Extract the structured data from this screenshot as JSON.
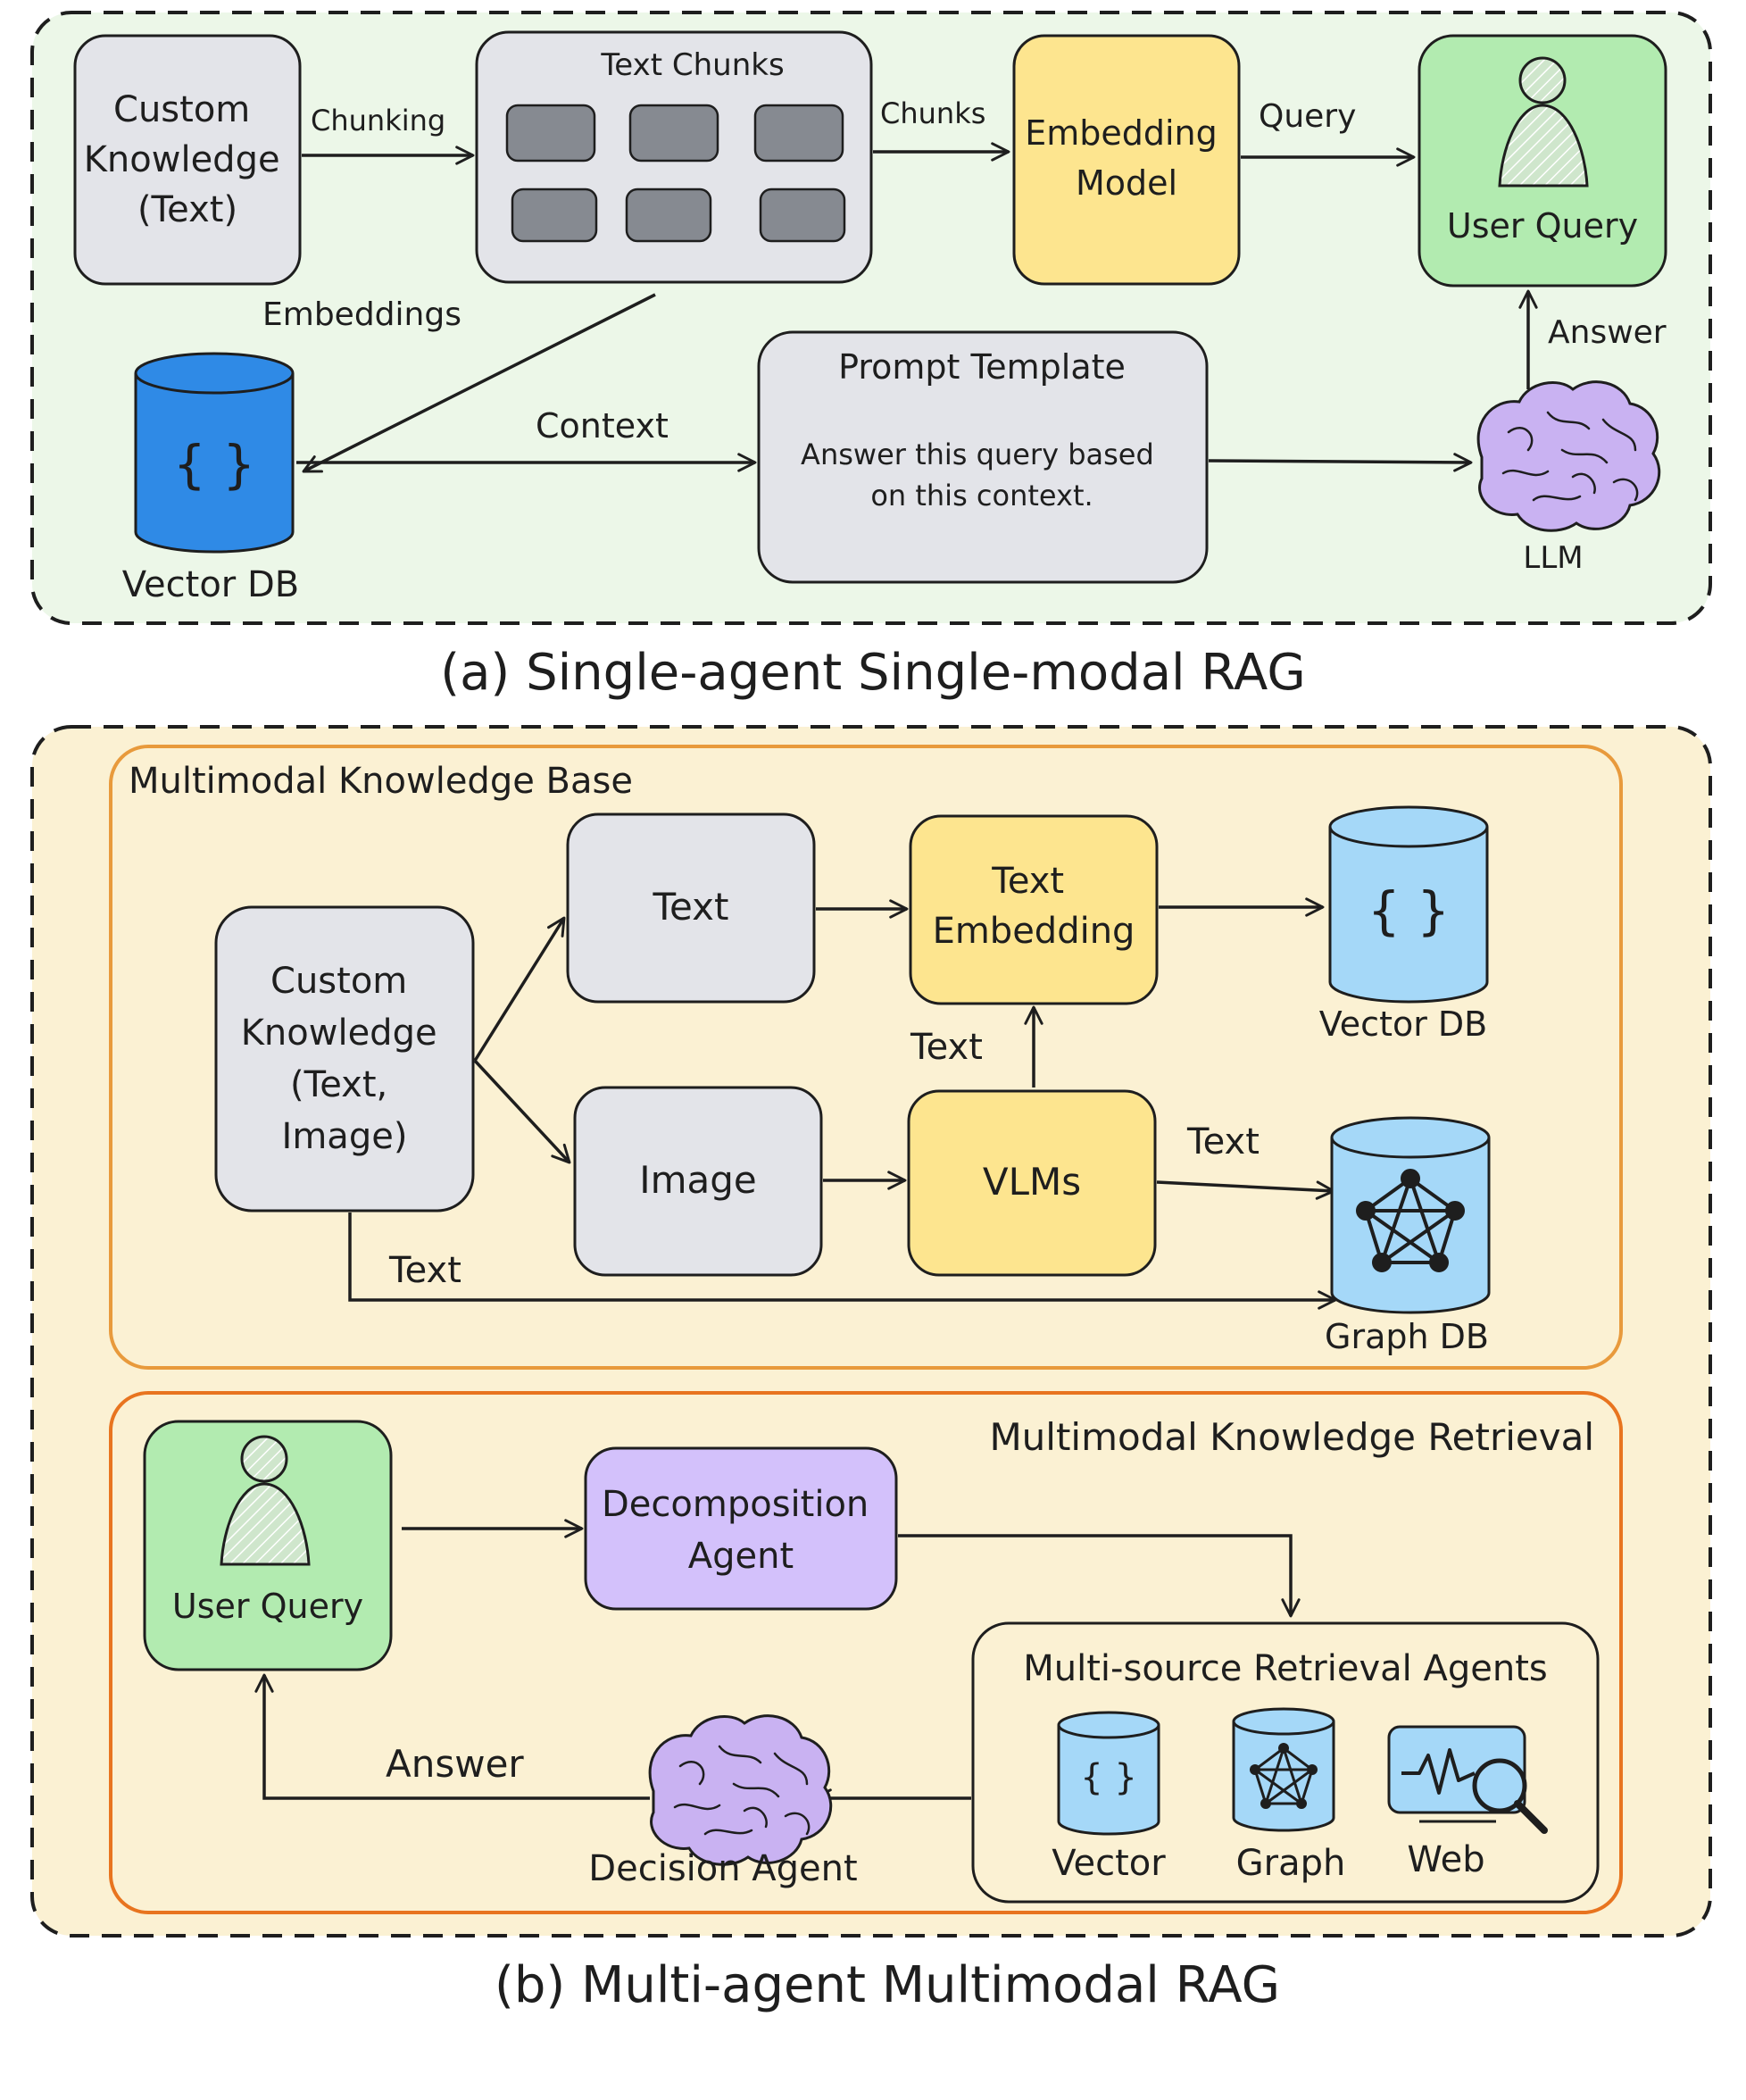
{
  "panel_a": {
    "caption": "(a) Single-agent Single-modal RAG",
    "custom_knowledge": [
      "Custom",
      "Knowledge",
      "(Text)"
    ],
    "chunking_label": "Chunking",
    "text_chunks_title": "Text Chunks",
    "chunks_label": "Chunks",
    "embedding_model": [
      "Embedding",
      "Model"
    ],
    "query_label": "Query",
    "user_query": "User Query",
    "embeddings_label": "Embeddings",
    "answer_label": "Answer",
    "vector_db_label": "Vector DB",
    "vector_db_glyph": "{ }",
    "context_label": "Context",
    "prompt_template_title": "Prompt Template",
    "prompt_template_body": [
      "Answer this query based",
      "on this context."
    ],
    "llm_label": "LLM"
  },
  "panel_b": {
    "caption": "(b) Multi-agent Multimodal RAG",
    "kb_title": "Multimodal Knowledge Base",
    "custom_knowledge": [
      "Custom",
      "Knowledge",
      "(Text,",
      "Image)"
    ],
    "text_box": "Text",
    "image_box": "Image",
    "text_embedding": [
      "Text",
      "Embedding"
    ],
    "vlms": "VLMs",
    "text_up_label": "Text",
    "text_to_graph_label": "Text",
    "text_bottom_label": "Text",
    "vector_db_label": "Vector DB",
    "vector_db_glyph": "{ }",
    "graph_db_label": "Graph DB",
    "retrieval_title": "Multimodal Knowledge Retrieval",
    "user_query": "User Query",
    "decomposition_agent": [
      "Decomposition",
      "Agent"
    ],
    "retrieval_agents_title": "Multi-source Retrieval Agents",
    "sources": [
      "Vector",
      "Graph",
      "Web"
    ],
    "small_vector_glyph": "{ }",
    "answer_label": "Answer",
    "decision_agent": "Decision Agent"
  },
  "colors": {
    "panel_a_bg": "#ecf7e8",
    "panel_b_bg": "#fbf1d3",
    "node_gray": "#e3e4e9",
    "chunk_gray": "#868a91",
    "embedding_yellow": "#fde58f",
    "user_green": "#b2ebb0",
    "db_blue_dark": "#2f8ae6",
    "db_blue_light": "#a5d8f8",
    "decomposition_purple": "#d3c1fb",
    "brain_purple": "#c9b2f2",
    "kb_border_orange": "#e89a3c",
    "retrieval_border_orange": "#e8741f"
  }
}
